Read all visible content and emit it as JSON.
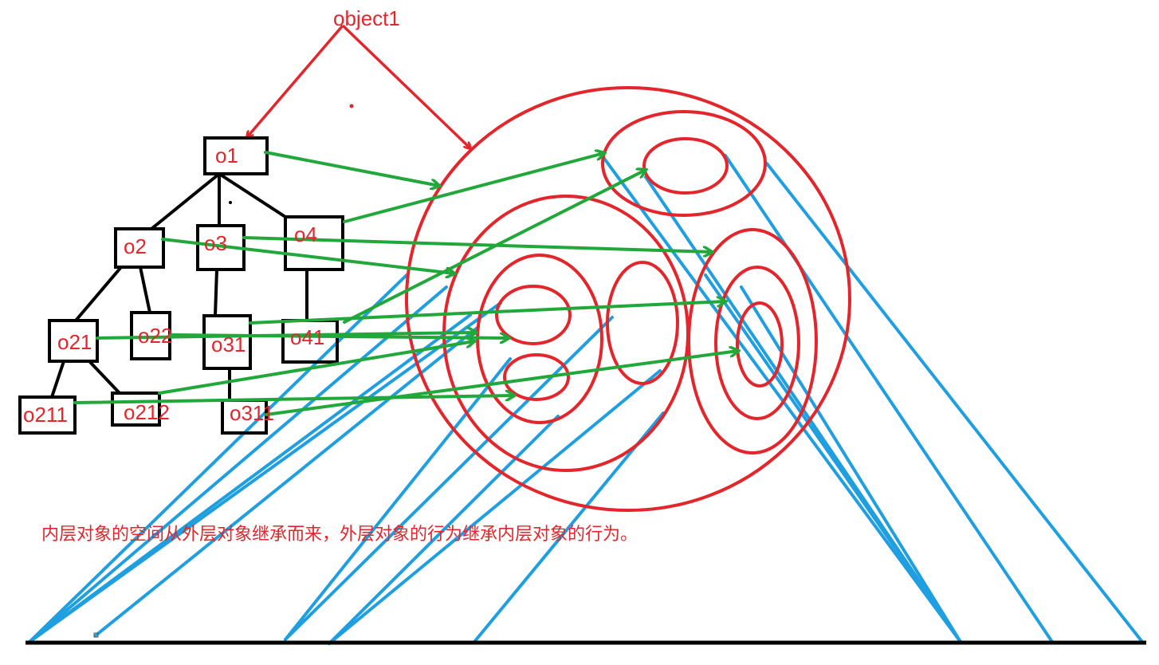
{
  "title": "object1",
  "caption": "内层对象的空间从外层对象继承而来，外层对象的行为继承内层对象的行为。",
  "colors": {
    "red": "#e2262c",
    "green": "#22a83a",
    "blue": "#1f9fe0",
    "black": "#000000"
  },
  "nodes": {
    "o1": "o1",
    "o2": "o2",
    "o3": "o3",
    "o4": "o4",
    "o21": "o21",
    "o22": "o22",
    "o31": "o31",
    "o41": "o41",
    "o211": "o211",
    "o212": "o212",
    "o311": "o311"
  }
}
